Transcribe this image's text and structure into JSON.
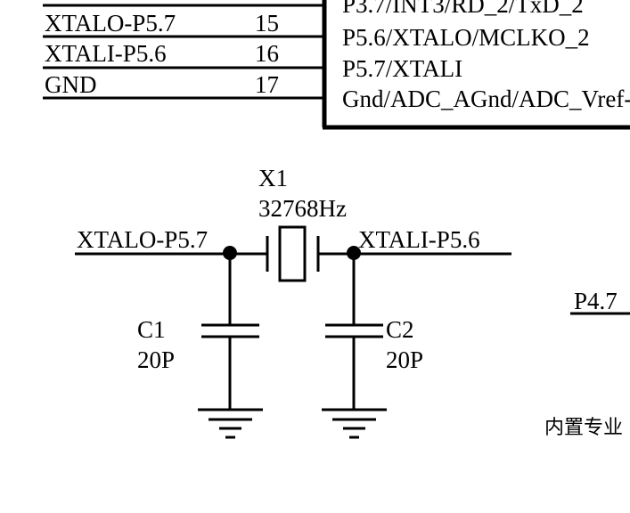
{
  "header_table": {
    "pins": [
      {
        "net": "XTALO-P5.7",
        "number": "15"
      },
      {
        "net": "XTALI-P5.6",
        "number": "16"
      },
      {
        "net": "GND",
        "number": "17"
      }
    ]
  },
  "mcu_pins": [
    "P3.7/INT3/RD_2/TxD_2",
    "P5.6/XTALO/MCLKO_2",
    "P5.7/XTALI",
    "Gnd/ADC_AGnd/ADC_Vref-"
  ],
  "crystal": {
    "ref": "X1",
    "value": "32768Hz"
  },
  "nets": {
    "left": "XTALO-P5.7",
    "right": "XTALI-P5.6"
  },
  "capacitors": [
    {
      "ref": "C1",
      "value": "20P"
    },
    {
      "ref": "C2",
      "value": "20P"
    }
  ],
  "side_label": "P4.7",
  "note": "内置专业"
}
